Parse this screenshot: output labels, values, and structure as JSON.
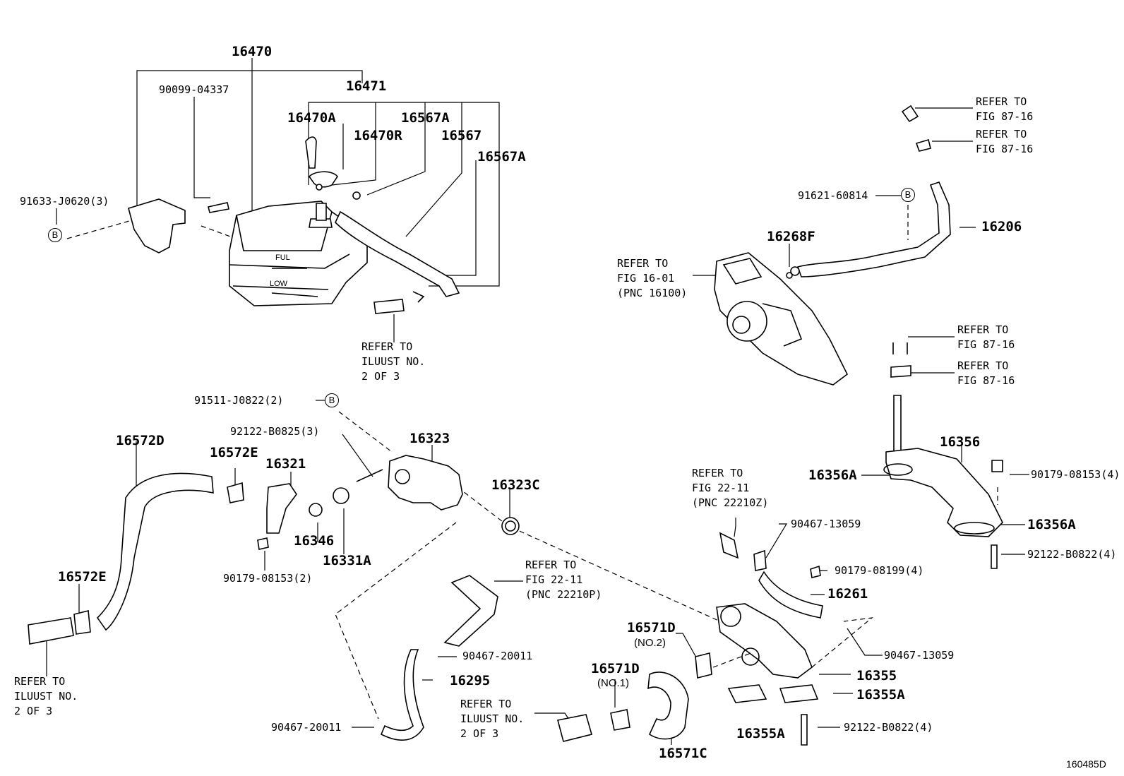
{
  "diagram_code": "160485D",
  "callout_letter": "B",
  "reference_texts": {
    "illust_2_of_3": "REFER TO\nILUUST NO.\n2 OF 3",
    "fig_87_16": "REFER TO\nFIG 87-16",
    "fig_16_01": "REFER TO\nFIG 16-01\n(PNC 16100)",
    "fig_22_11_z": "REFER TO\nFIG 22-11\n(PNC 22210Z)",
    "fig_22_11_p": "REFER TO\nFIG 22-11\n(PNC 22210P)"
  },
  "tank_markings": {
    "full": "FUL",
    "low": "LOW"
  },
  "part_numbers": {
    "p16470": "16470",
    "p90099_04337": "90099-04337",
    "p16471": "16471",
    "p16470A": "16470A",
    "p16567A_1": "16567A",
    "p16470R": "16470R",
    "p16567": "16567",
    "p16567A_2": "16567A",
    "p91633": "91633-J0620(3)",
    "p91621": "91621-60814",
    "p16206": "16206",
    "p16268F": "16268F",
    "p91511": "91511-J0822(2)",
    "p92122_B0825": "92122-B0825(3)",
    "p16572D": "16572D",
    "p16572E_1": "16572E",
    "p16321": "16321",
    "p16323": "16323",
    "p16323C": "16323C",
    "p16346": "16346",
    "p16331A": "16331A",
    "p90179_08153_2": "90179-08153(2)",
    "p16572E_2": "16572E",
    "p16356": "16356",
    "p16356A_1": "16356A",
    "p90179_08153_4": "90179-08153(4)",
    "p16356A_2": "16356A",
    "p92122_B0822_a": "92122-B0822(4)",
    "p90467_13059_a": "90467-13059",
    "p90179_08199": "90179-08199(4)",
    "p16261": "16261",
    "p90467_13059_b": "90467-13059",
    "p90467_20011_a": "90467-20011",
    "p16295": "16295",
    "p90467_20011_b": "90467-20011",
    "p16571D_1": "16571D",
    "p16571D_1_note": "(NO.2)",
    "p16571D_2": "16571D",
    "p16571D_2_note": "(NO.1)",
    "p16571C": "16571C",
    "p16355": "16355",
    "p16355A_1": "16355A",
    "p16355A_2": "16355A",
    "p92122_B0822_b": "92122-B0822(4)"
  }
}
